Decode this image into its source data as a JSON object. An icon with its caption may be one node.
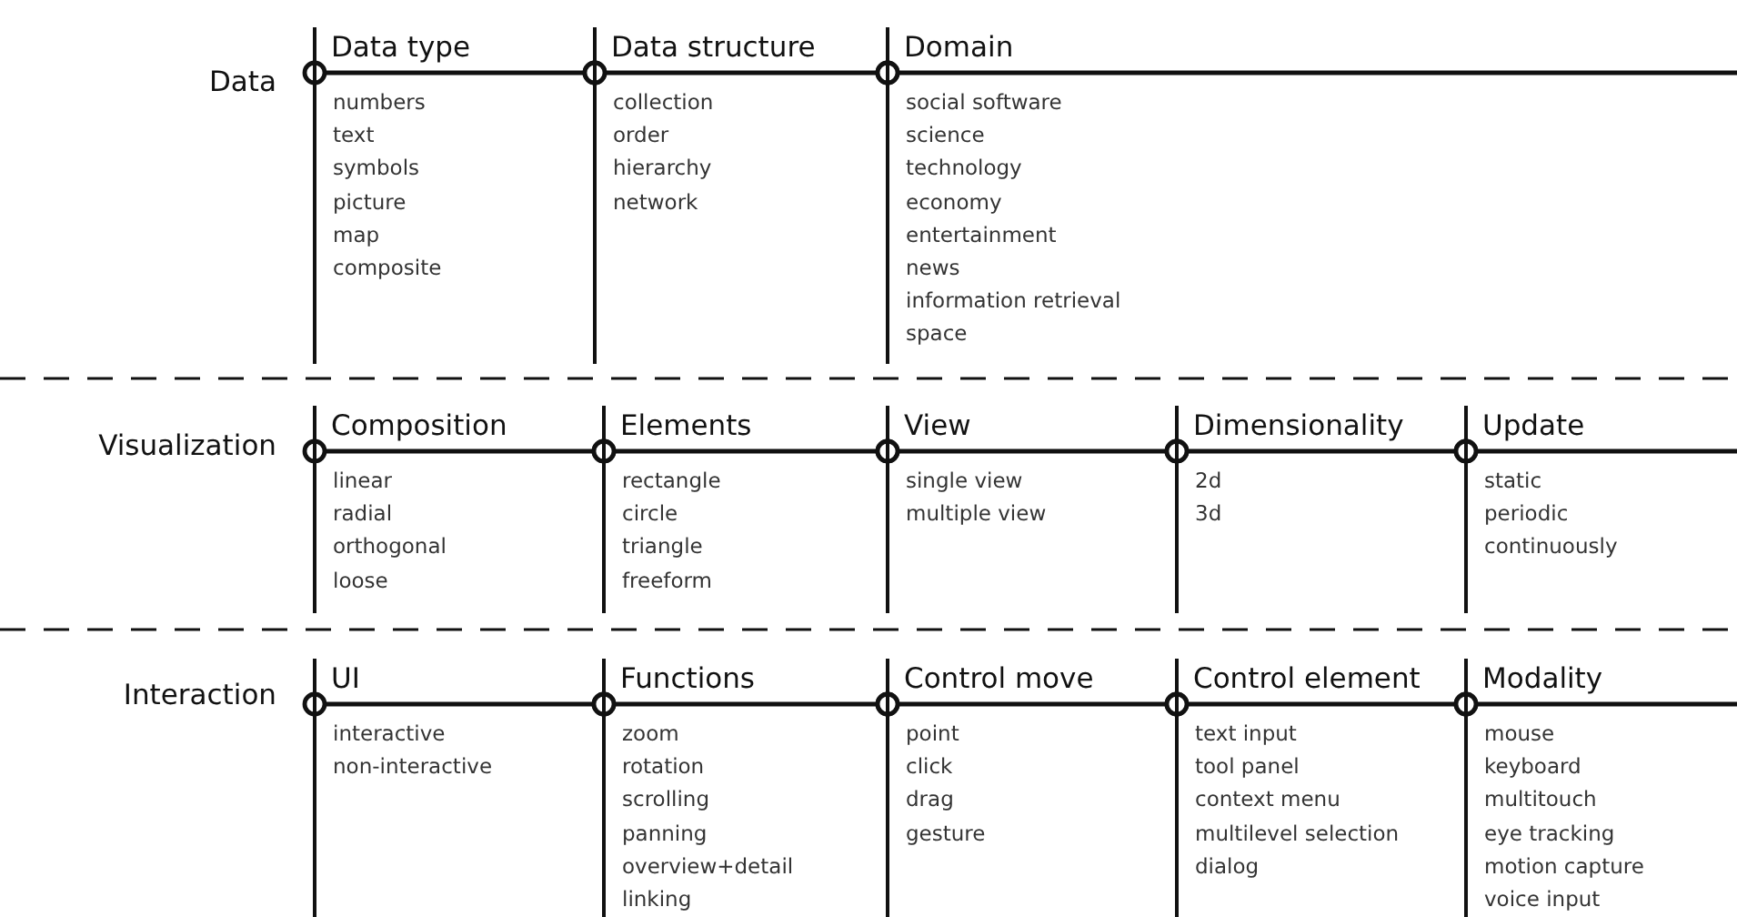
{
  "diagram": {
    "nodes": [
      {
        "text": [
          "Data type",
          "numbers",
          "text",
          "symbols",
          "picture",
          "map",
          "composite"
        ]
      },
      {
        "text": [
          "Data structure",
          "collection",
          "order",
          "hierarchy",
          "network"
        ]
      },
      {
        "text": [
          "Domain",
          "social software",
          "science",
          "technology",
          "economy",
          "entertainment",
          "news",
          "information retrieval",
          "space"
        ]
      },
      {
        "text": [
          "Composition",
          "linear",
          "radial",
          "orthogonal",
          "loose"
        ]
      },
      {
        "text": [
          "Elements",
          "rectangle",
          "circle",
          "triangle",
          "freeform"
        ]
      },
      {
        "text": [
          "View",
          "single view",
          "multiple view"
        ]
      },
      {
        "text": [
          "Dimensionality",
          "2d",
          "3d"
        ]
      },
      {
        "text": [
          "Update",
          "static",
          "periodic",
          "continuously"
        ]
      },
      {
        "text": [
          "UI",
          "interactive",
          "non-interactive"
        ]
      },
      {
        "text": [
          "Functions",
          "zoom",
          "rotation",
          "scrolling",
          "panning",
          "overview+detail",
          "linking"
        ]
      },
      {
        "text": [
          "Control move",
          "point",
          "click",
          "drag",
          "gesture"
        ]
      },
      {
        "text": [
          "Control element",
          "text input",
          "tool panel",
          "context menu",
          "multilevel selection",
          "dialog"
        ]
      },
      {
        "text": [
          "Modality",
          "mouse",
          "keyboard",
          "multitouch",
          "eye tracking",
          "motion capture",
          "voice input"
        ]
      }
    ],
    "edges": [
      {
        "from": 0,
        "to": 1,
        "arrow": "other"
      },
      {
        "from": 1,
        "to": 2,
        "arrow": "other"
      },
      {
        "from": 2,
        "to": null,
        "arrow": "other"
      },
      {
        "from": 3,
        "to": 4,
        "arrow": "other"
      },
      {
        "from": 4,
        "to": 5,
        "arrow": "other"
      },
      {
        "from": 5,
        "to": 6,
        "arrow": "other"
      },
      {
        "from": 6,
        "to": 7,
        "arrow": "other"
      },
      {
        "from": 7,
        "to": null,
        "arrow": "other"
      },
      {
        "from": 8,
        "to": 9,
        "arrow": "other"
      },
      {
        "from": 9,
        "to": 10,
        "arrow": "other"
      },
      {
        "from": 10,
        "to": 11,
        "arrow": "other"
      },
      {
        "from": 11,
        "to": 12,
        "arrow": "other"
      },
      {
        "from": 12,
        "to": null,
        "arrow": "other"
      }
    ],
    "labels": [
      "Data",
      "Visualization",
      "Interaction"
    ]
  }
}
